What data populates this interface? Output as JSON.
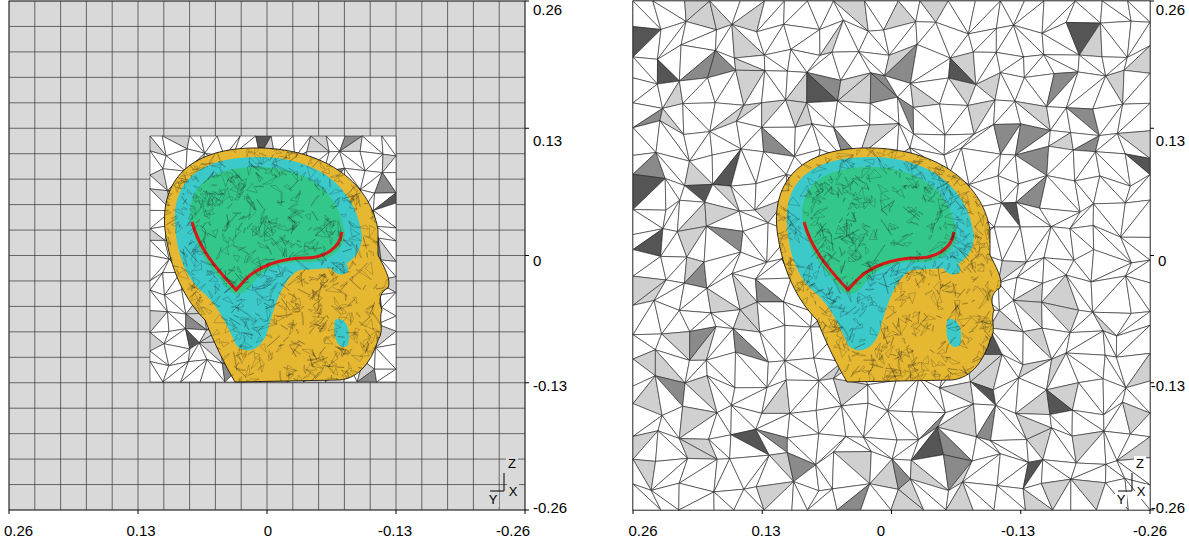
{
  "diagram": {
    "labels": [
      "0.26",
      "0.13",
      "0",
      "-0.13",
      "-0.26",
      "0.26",
      "0.13",
      "0",
      "-0.13",
      "-0.26",
      "Z",
      "Y",
      "X",
      "0.26",
      "0.13",
      "0",
      "-0.13",
      "-0.26",
      "0.26",
      "0.13",
      "0",
      "-0.13",
      "-0.26",
      "Z",
      "Y",
      "X"
    ]
  }
}
